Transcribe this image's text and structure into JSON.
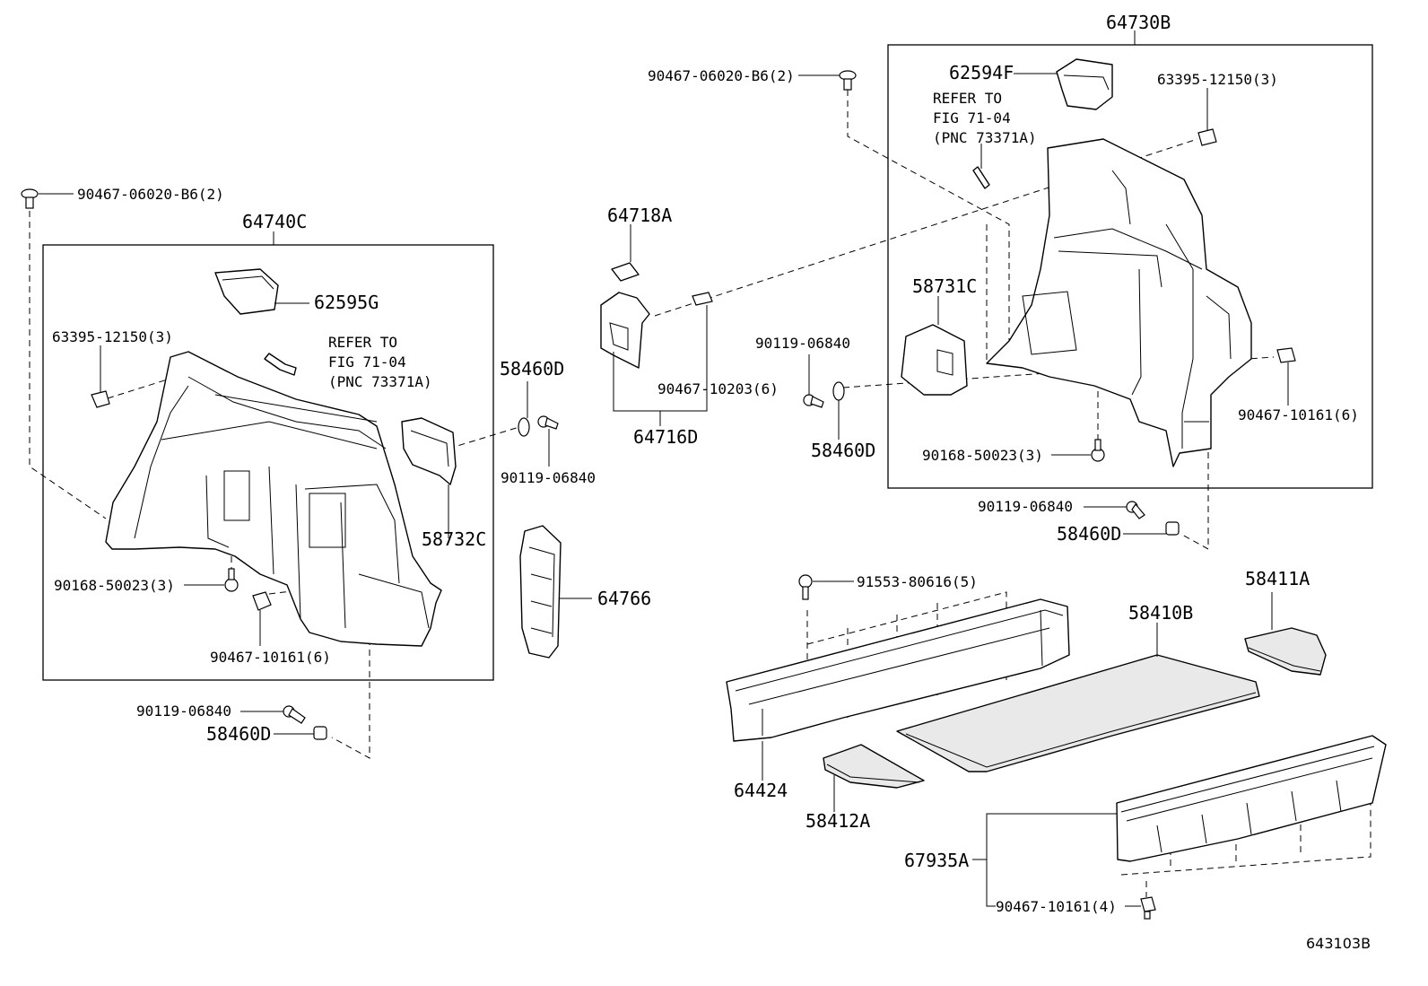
{
  "figure_id": "643103B",
  "refer_note": {
    "line1": "REFER TO",
    "line2": "FIG 71-04",
    "line3": "(PNC 73371A)"
  },
  "labels": {
    "p_64730B": "64730B",
    "p_62594F": "62594F",
    "p_63395_r": "63395-12150(3)",
    "p_90467_06020_c": "90467-06020-B6(2)",
    "p_90467_06020_l": "90467-06020-B6(2)",
    "p_64740C": "64740C",
    "p_62595G": "62595G",
    "p_63395_l": "63395-12150(3)",
    "p_64718A": "64718A",
    "p_64716D": "64716D",
    "p_90467_10203": "90467-10203(6)",
    "p_58731C": "58731C",
    "p_90119_c": "90119-06840",
    "p_58460D_c": "58460D",
    "p_90467_10161_r": "90467-10161(6)",
    "p_90168_r": "90168-50023(3)",
    "p_90119_r": "90119-06840",
    "p_58460D_r": "58460D",
    "p_58460D_m": "58460D",
    "p_90119_m": "90119-06840",
    "p_58732C": "58732C",
    "p_64766": "64766",
    "p_90168_l": "90168-50023(3)",
    "p_90467_10161_l": "90467-10161(6)",
    "p_90119_l": "90119-06840",
    "p_58460D_l": "58460D",
    "p_91553": "91553-80616(5)",
    "p_58411A": "58411A",
    "p_58410B": "58410B",
    "p_64424": "64424",
    "p_58412A": "58412A",
    "p_67935A": "67935A",
    "p_90467_10161_b": "90467-10161(4)"
  }
}
